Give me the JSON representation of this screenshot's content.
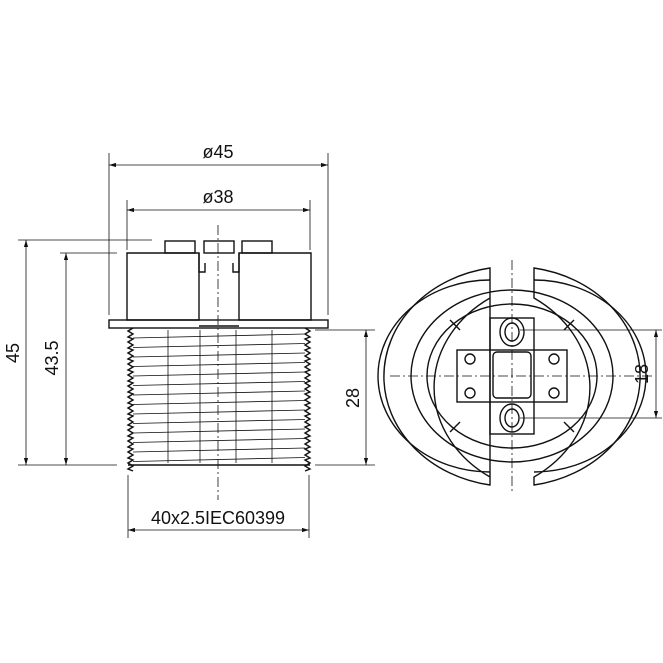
{
  "dimensions": {
    "outer_diameter": "ø45",
    "inner_diameter": "ø38",
    "total_height": "45",
    "body_height": "43.5",
    "thread_height": "28",
    "thread_spec": "40x2.5IEC60399",
    "pin_spacing": "18"
  }
}
